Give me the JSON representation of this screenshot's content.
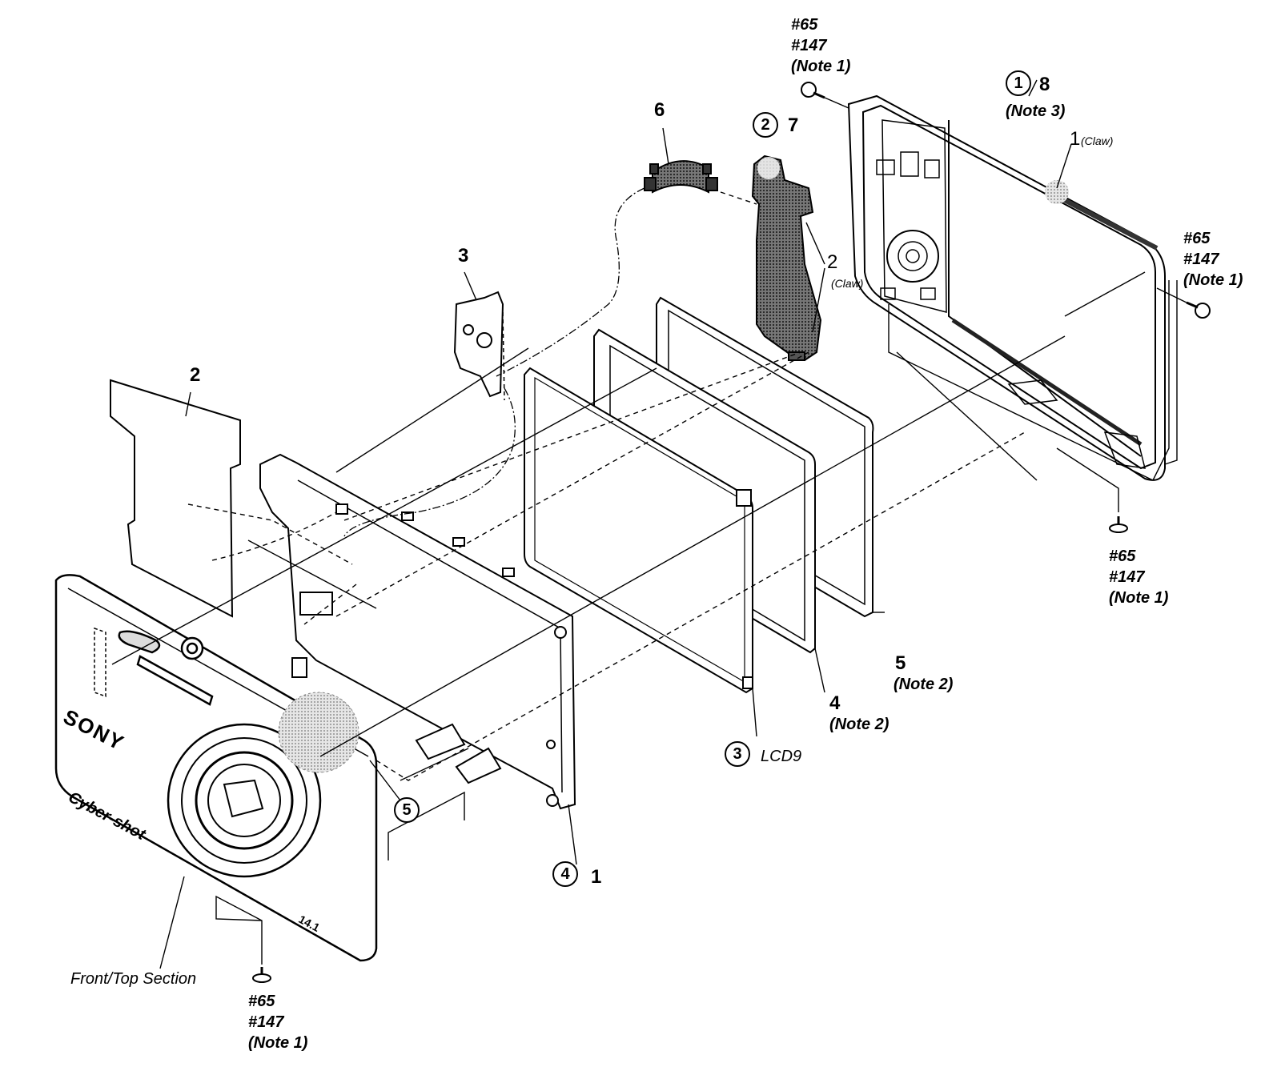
{
  "callouts": {
    "screw_top": [
      "#65",
      "#147",
      "(Note 1)"
    ],
    "screw_right": [
      "#65",
      "#147",
      "(Note 1)"
    ],
    "screw_lower_right": [
      "#65",
      "#147",
      "(Note 1)"
    ],
    "screw_bottom": [
      "#65",
      "#147",
      "(Note 1)"
    ]
  },
  "parts": {
    "part_8": {
      "circled": "1",
      "num": "8",
      "note": "(Note 3)"
    },
    "claw_1": {
      "num": "1",
      "text": "(Claw)"
    },
    "part_6": "6",
    "part_7": {
      "circled": "2",
      "num": "7"
    },
    "claw_2": {
      "num": "2",
      "text": "(Claw)"
    },
    "part_3": "3",
    "part_2": "2",
    "part_5": {
      "num": "5",
      "note": "(Note 2)"
    },
    "part_4": {
      "num": "4",
      "note": "(Note 2)"
    },
    "lcd": {
      "circled": "3",
      "text": "LCD9"
    },
    "circle_5": "5",
    "part_1": {
      "circled": "4",
      "num": "1"
    },
    "front_top_section": "Front/Top Section"
  },
  "camera": {
    "brand": "SONY",
    "model": "Cyber-shot",
    "megapixels": "14.1"
  }
}
